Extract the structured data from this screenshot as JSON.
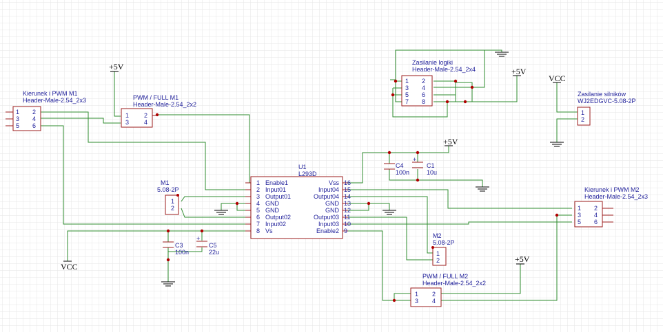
{
  "u1": {
    "ref": "U1",
    "part": "L293D",
    "left_pins": [
      {
        "num": "1",
        "name": "Enable1"
      },
      {
        "num": "2",
        "name": "Input01"
      },
      {
        "num": "3",
        "name": "Output01"
      },
      {
        "num": "4",
        "name": "GND"
      },
      {
        "num": "5",
        "name": "GND"
      },
      {
        "num": "6",
        "name": "Output02"
      },
      {
        "num": "7",
        "name": "Input02"
      },
      {
        "num": "8",
        "name": "Vs"
      }
    ],
    "right_pins": [
      {
        "num": "16",
        "name": "Vss"
      },
      {
        "num": "15",
        "name": "Input04"
      },
      {
        "num": "14",
        "name": "Output04"
      },
      {
        "num": "13",
        "name": "GND"
      },
      {
        "num": "12",
        "name": "GND"
      },
      {
        "num": "11",
        "name": "Output03"
      },
      {
        "num": "10",
        "name": "Input03"
      },
      {
        "num": "9",
        "name": "Enable2"
      }
    ]
  },
  "kier_m1": {
    "name": "Kierunek i PWM M1",
    "part": "Header-Male-2.54_2x3",
    "pins": [
      "1",
      "2",
      "3",
      "4",
      "5",
      "6"
    ]
  },
  "pwm_m1": {
    "name": "PWM / FULL M1",
    "part": "Header-Male-2.54_2x2",
    "pins": [
      "1",
      "2",
      "3",
      "4"
    ]
  },
  "zas_log": {
    "name": "Zasilanie logiki",
    "part": "Header-Male-2.54_2x4",
    "pins": [
      "1",
      "2",
      "3",
      "4",
      "5",
      "6",
      "7",
      "8"
    ]
  },
  "zas_sil": {
    "name": "Zasilanie silników",
    "part": "WJ2EDGVC-5.08-2P",
    "pins": [
      "1",
      "2"
    ]
  },
  "m1": {
    "name": "M1",
    "part": "5.08-2P",
    "pins": [
      "1",
      "2"
    ]
  },
  "m2": {
    "name": "M2",
    "part": "5.08-2P",
    "pins": [
      "1",
      "2"
    ]
  },
  "kier_m2": {
    "name": "Kierunek i PWM M2",
    "part": "Header-Male-2.54_2x3",
    "pins": [
      "1",
      "2",
      "3",
      "4",
      "5",
      "6"
    ]
  },
  "pwm_m2": {
    "name": "PWM / FULL M2",
    "part": "Header-Male-2.54_2x2",
    "pins": [
      "1",
      "2",
      "3",
      "4"
    ]
  },
  "c1": {
    "ref": "C1",
    "value": "10u"
  },
  "c3": {
    "ref": "C3",
    "value": "100n"
  },
  "c4": {
    "ref": "C4",
    "value": "100n"
  },
  "c5": {
    "ref": "C5",
    "value": "22u"
  },
  "c_polarity": "+",
  "power": {
    "p5v": "+5V",
    "vcc": "VCC"
  },
  "colors": {
    "grid": "#e6e6e6",
    "wire": "#2e8b2e",
    "component": "#9b1b1b",
    "text": "#1f1f9a",
    "junction": "#b00000"
  }
}
